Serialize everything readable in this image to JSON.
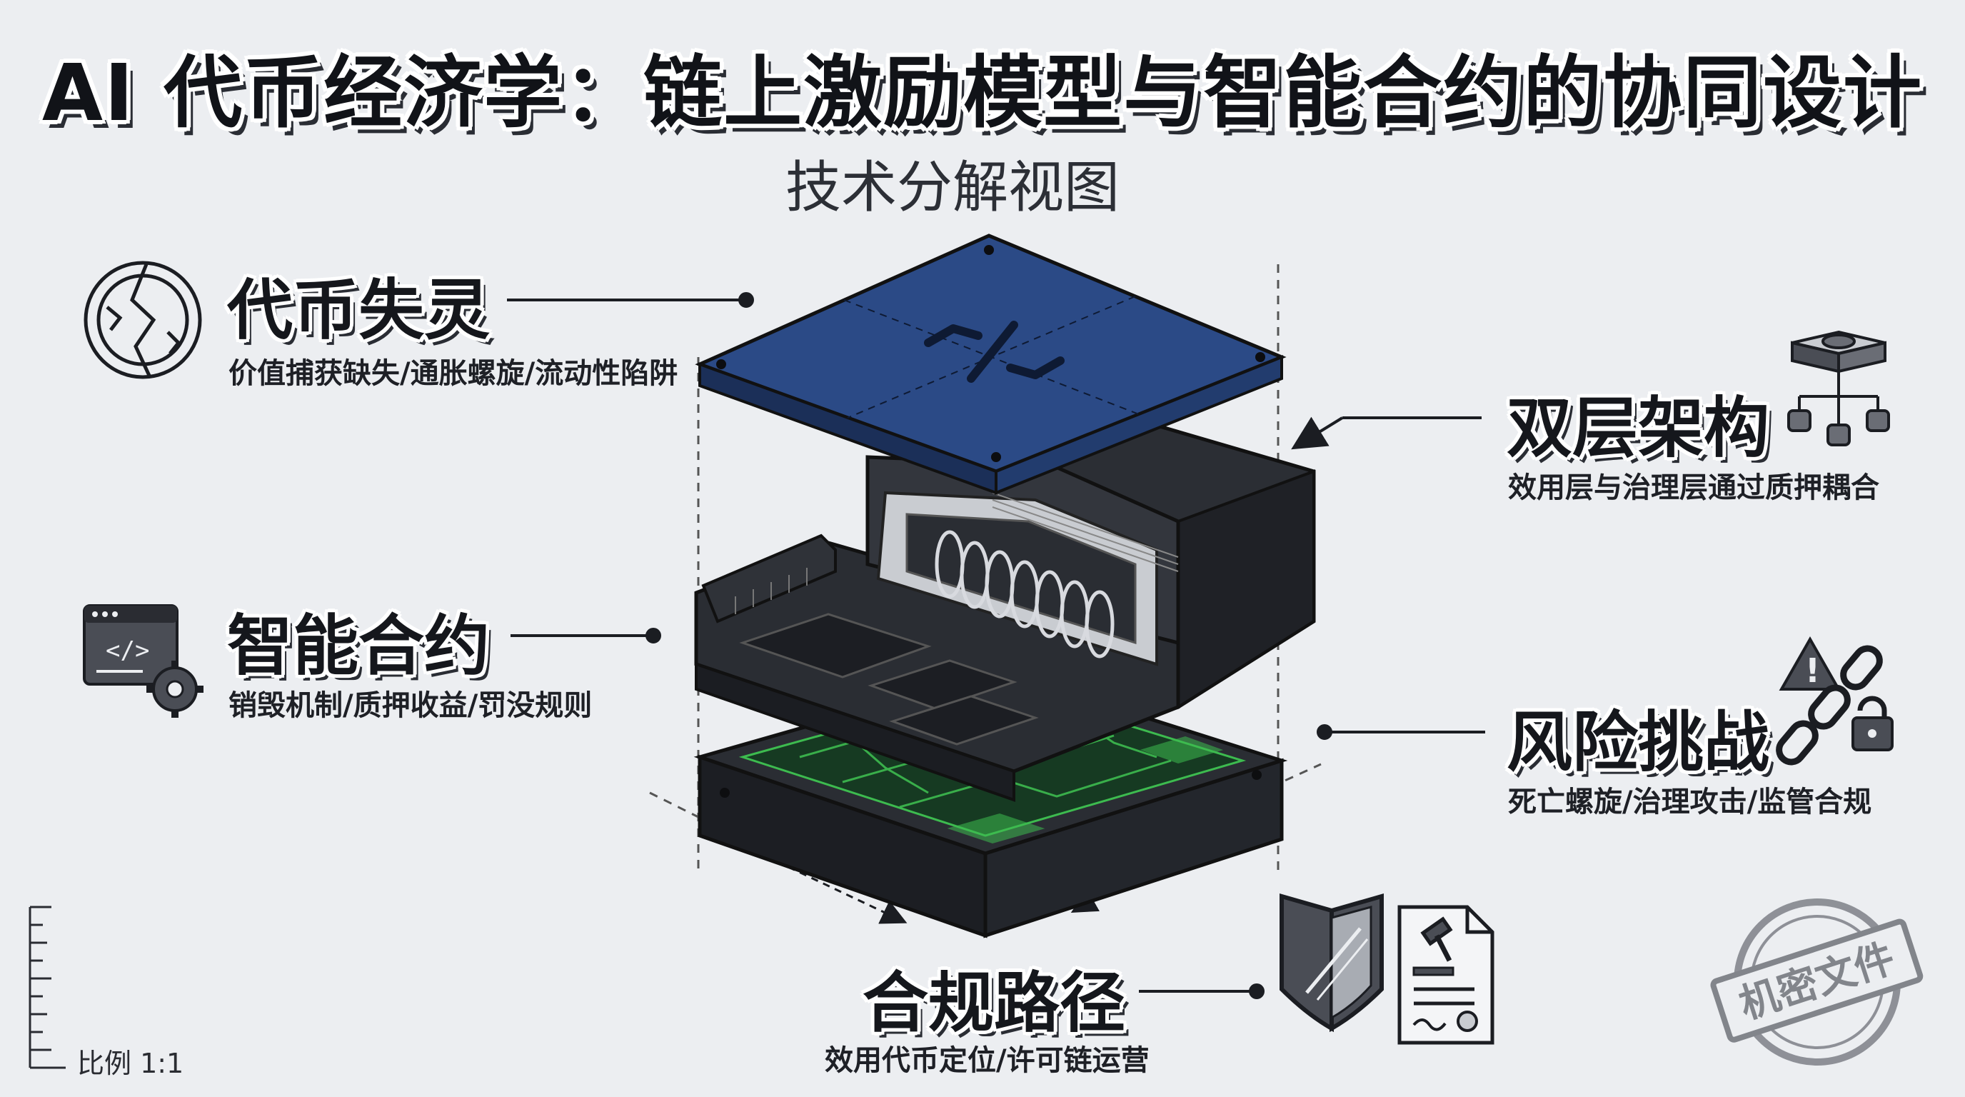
{
  "header": {
    "title": "AI 代币经济学：链上激励模型与智能合约的协同设计",
    "subtitle": "技术分解视图"
  },
  "callouts": {
    "token_failure": {
      "title": "代币失灵",
      "subtitle": "价值捕获缺失/通胀螺旋/流动性陷阱",
      "icon": "broken-coin-icon"
    },
    "smart_contract": {
      "title": "智能合约",
      "subtitle": "销毁机制/质押收益/罚没规则",
      "icon": "code-window-gear-icon"
    },
    "dual_layer": {
      "title": "双层架构",
      "subtitle": "效用层与治理层通过质押耦合",
      "icon": "hierarchy-network-icon"
    },
    "risk": {
      "title": "风险挑战",
      "subtitle": "死亡螺旋/治理攻击/监管合规",
      "icon": "warning-chain-lock-icon"
    },
    "compliance": {
      "title": "合规路径",
      "subtitle": "效用代币定位/许可链运营",
      "icons": [
        "shield-icon",
        "legal-document-icon"
      ]
    }
  },
  "scale": {
    "label": "比例 1:1"
  },
  "stamp": {
    "text": "机密文件"
  },
  "colors": {
    "top_plate": "#2b4a86",
    "housing": "#2a2d33",
    "circuit_green": "#3dbb4f",
    "background": "#eceef1"
  }
}
